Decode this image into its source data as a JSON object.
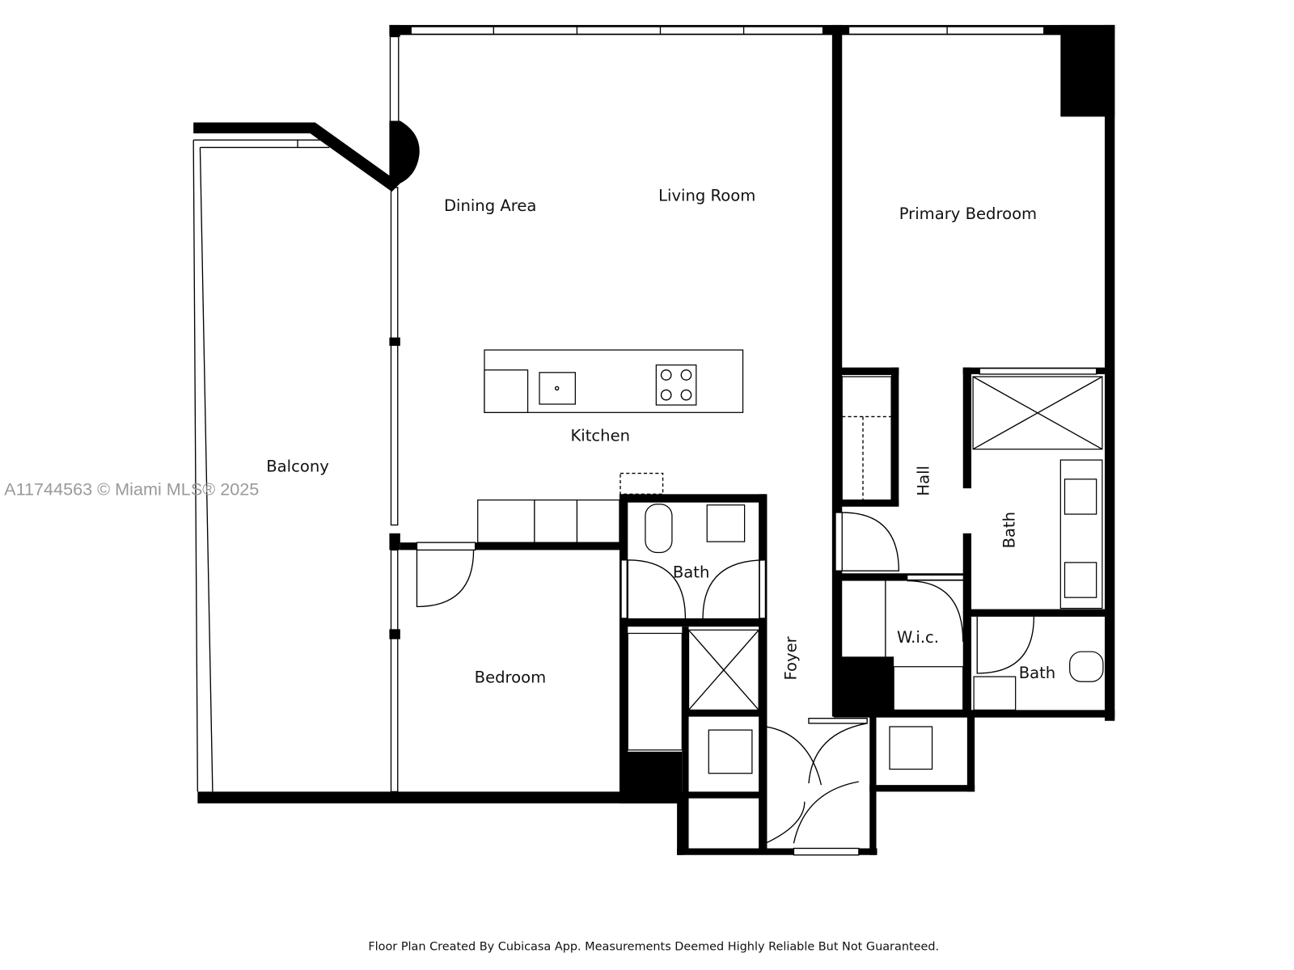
{
  "rooms": {
    "dining_area": "Dining Area",
    "living_room": "Living Room",
    "primary_bedroom": "Primary Bedroom",
    "kitchen": "Kitchen",
    "balcony": "Balcony",
    "hall": "Hall",
    "primary_bath": "Bath",
    "guest_bath": "Bath",
    "wic": "W.i.c.",
    "foyer": "Foyer",
    "bedroom": "Bedroom",
    "half_bath": "Bath"
  },
  "watermark": "A11744563 © Miami MLS® 2025",
  "footer": "Floor Plan Created By Cubicasa App. Measurements Deemed Highly Reliable But Not Guaranteed."
}
